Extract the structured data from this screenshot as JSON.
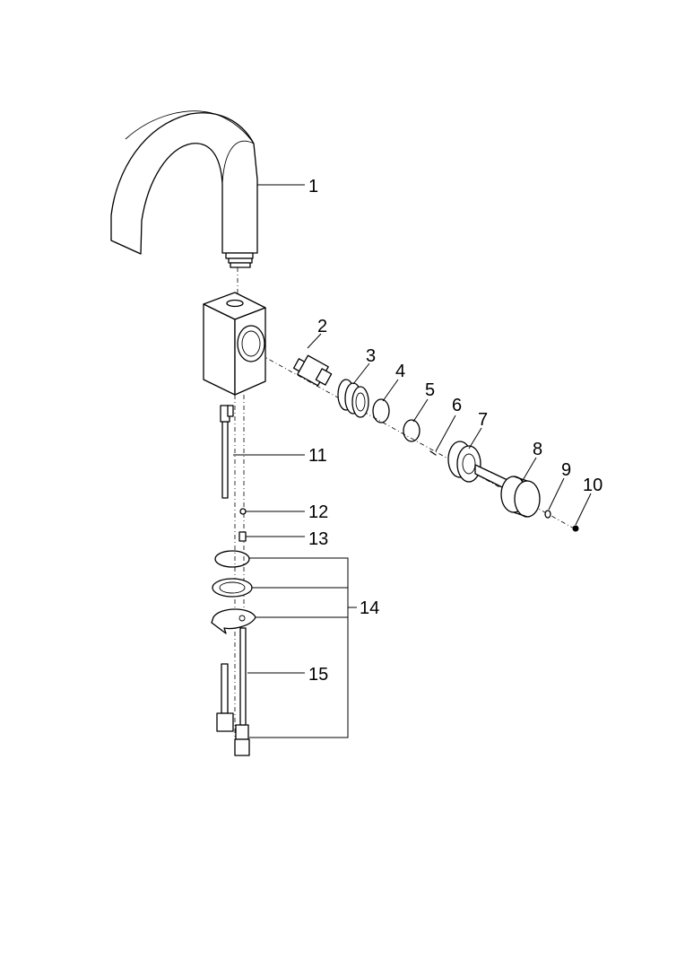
{
  "parts": [
    {
      "id": "part-1",
      "label": "1"
    },
    {
      "id": "part-2",
      "label": "2"
    },
    {
      "id": "part-3",
      "label": "3"
    },
    {
      "id": "part-4",
      "label": "4"
    },
    {
      "id": "part-5",
      "label": "5"
    },
    {
      "id": "part-6",
      "label": "6"
    },
    {
      "id": "part-7",
      "label": "7"
    },
    {
      "id": "part-8",
      "label": "8"
    },
    {
      "id": "part-9",
      "label": "9"
    },
    {
      "id": "part-10",
      "label": "10"
    },
    {
      "id": "part-11",
      "label": "11"
    },
    {
      "id": "part-12",
      "label": "12"
    },
    {
      "id": "part-13",
      "label": "13"
    },
    {
      "id": "part-14",
      "label": "14"
    },
    {
      "id": "part-15",
      "label": "15"
    }
  ],
  "colors": {
    "line": "#000000",
    "background": "#ffffff"
  }
}
